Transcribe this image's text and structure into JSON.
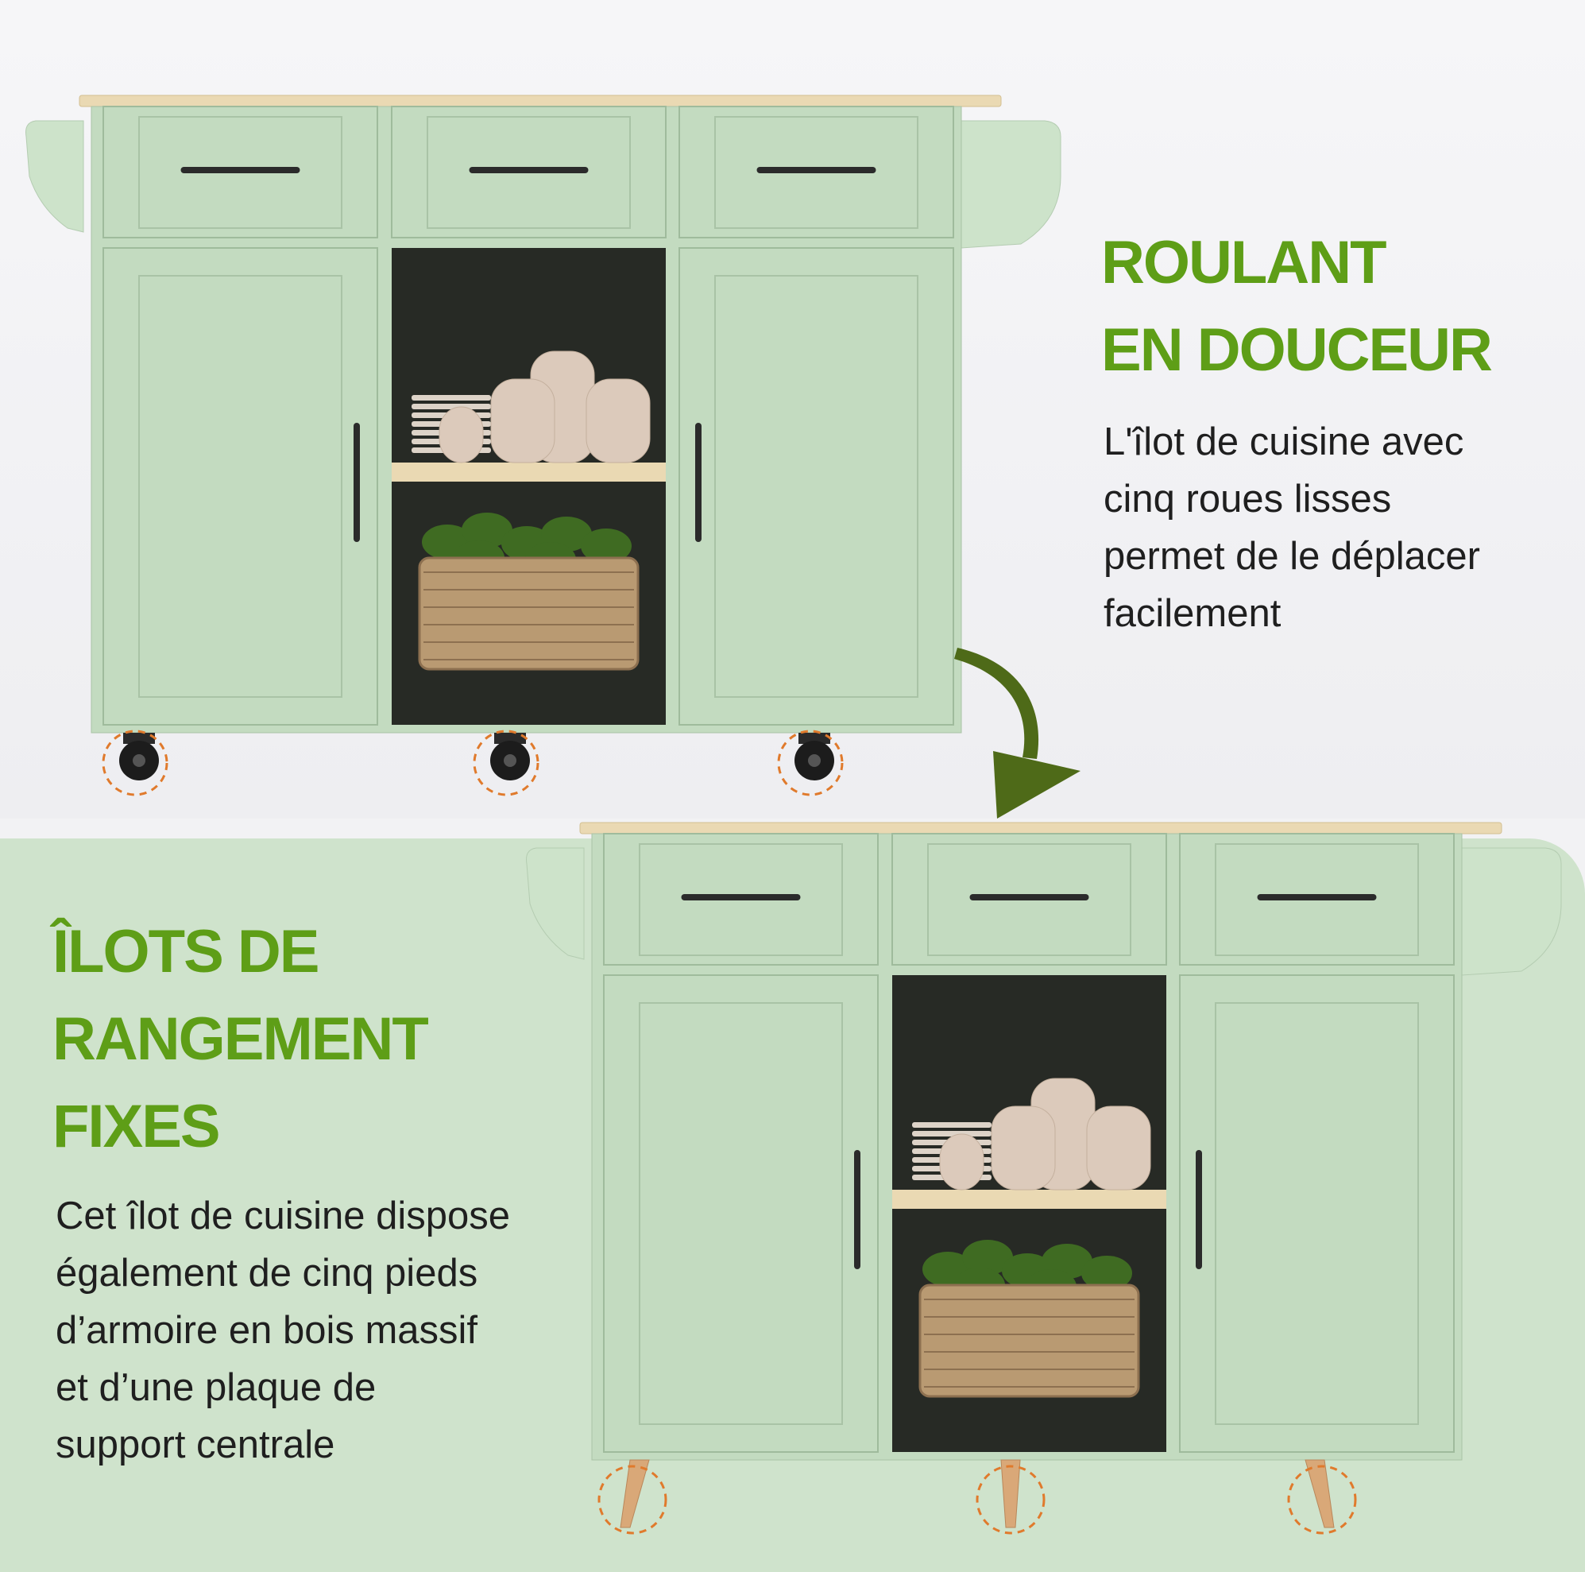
{
  "sections": [
    {
      "heading": [
        "ROULANT",
        "EN DOUCEUR"
      ],
      "body": [
        "L'îlot de cuisine avec",
        "cinq roues lisses",
        "permet de le déplacer",
        "facilement"
      ],
      "base": "wheels"
    },
    {
      "heading": [
        "ÎLOTS DE",
        "RANGEMENT",
        "FIXES"
      ],
      "body": [
        "Cet îlot de cuisine dispose",
        "également de cinq pieds",
        "d’armoire en bois massif",
        "et d’une plaque de",
        "support centrale"
      ],
      "base": "legs"
    }
  ],
  "colors": {
    "heading": "#5e9e17",
    "cabinet": "#c3dbc0",
    "panel": "#cde3ca",
    "countertop": "#ead9b3",
    "shelf_interior": "#272a25",
    "arrow": "#4e6a18",
    "highlight_ring": "#e07a2c",
    "bottom_background": "#cfe3cc"
  },
  "icons": {
    "transition": "curved-arrow-icon",
    "highlight": "dashed-circle-icon"
  }
}
